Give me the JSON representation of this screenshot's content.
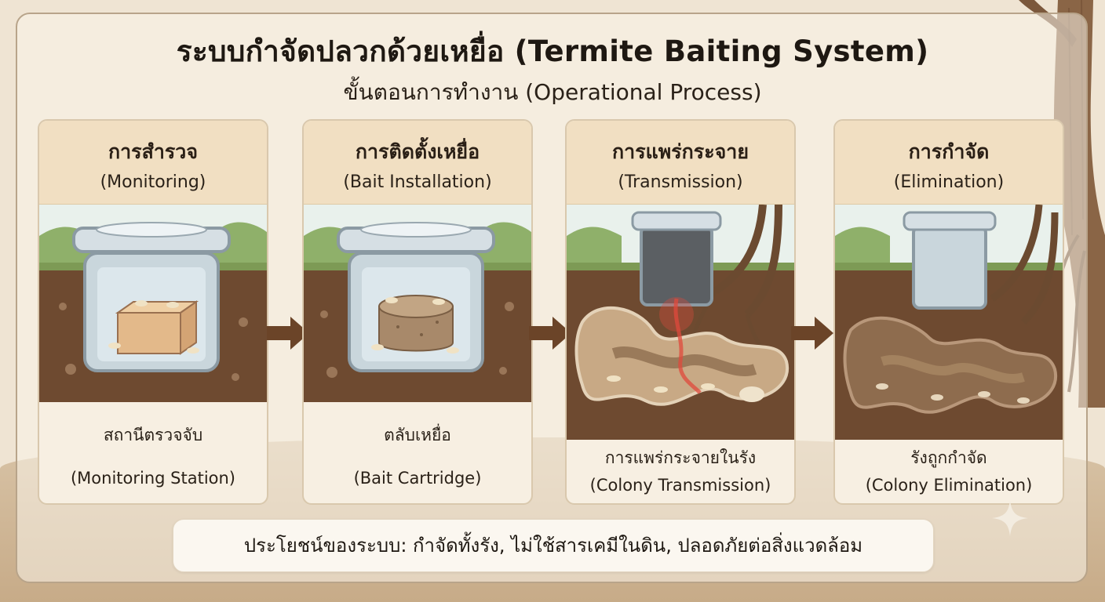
{
  "header": {
    "title": "ระบบกำจัดปลวกด้วยเหยื่อ (Termite Baiting System)",
    "subtitle": "ขั้นตอนการทำงาน (Operational Process)"
  },
  "steps": [
    {
      "title": "การสำรวจ",
      "subtitle": "(Monitoring)",
      "caption_th": "สถานีตรวจจับ",
      "caption_en": "(Monitoring Station)"
    },
    {
      "title": "การติดตั้งเหยื่อ",
      "subtitle": "(Bait Installation)",
      "caption_th": "ตลับเหยื่อ",
      "caption_en": "(Bait Cartridge)"
    },
    {
      "title": "การแพร่กระจาย",
      "subtitle": "(Transmission)",
      "caption_th": "การแพร่กระจายในรัง",
      "caption_en": "(Colony Transmission)"
    },
    {
      "title": "การกำจัด",
      "subtitle": "(Elimination)",
      "caption_th": "รังถูกกำจัด",
      "caption_en": "(Colony Elimination)"
    }
  ],
  "footer": {
    "benefits": "ประโยชน์ของระบบ: กำจัดทั้งรัง, ไม่ใช้สารเคมีในดิน, ปลอดภัยต่อสิ่งแวดล้อม"
  },
  "colors": {
    "panel_head": "#f1dfc2",
    "soil": "#6e4a30",
    "arrow": "#6b4428",
    "bait_glow": "#e04a3c"
  }
}
